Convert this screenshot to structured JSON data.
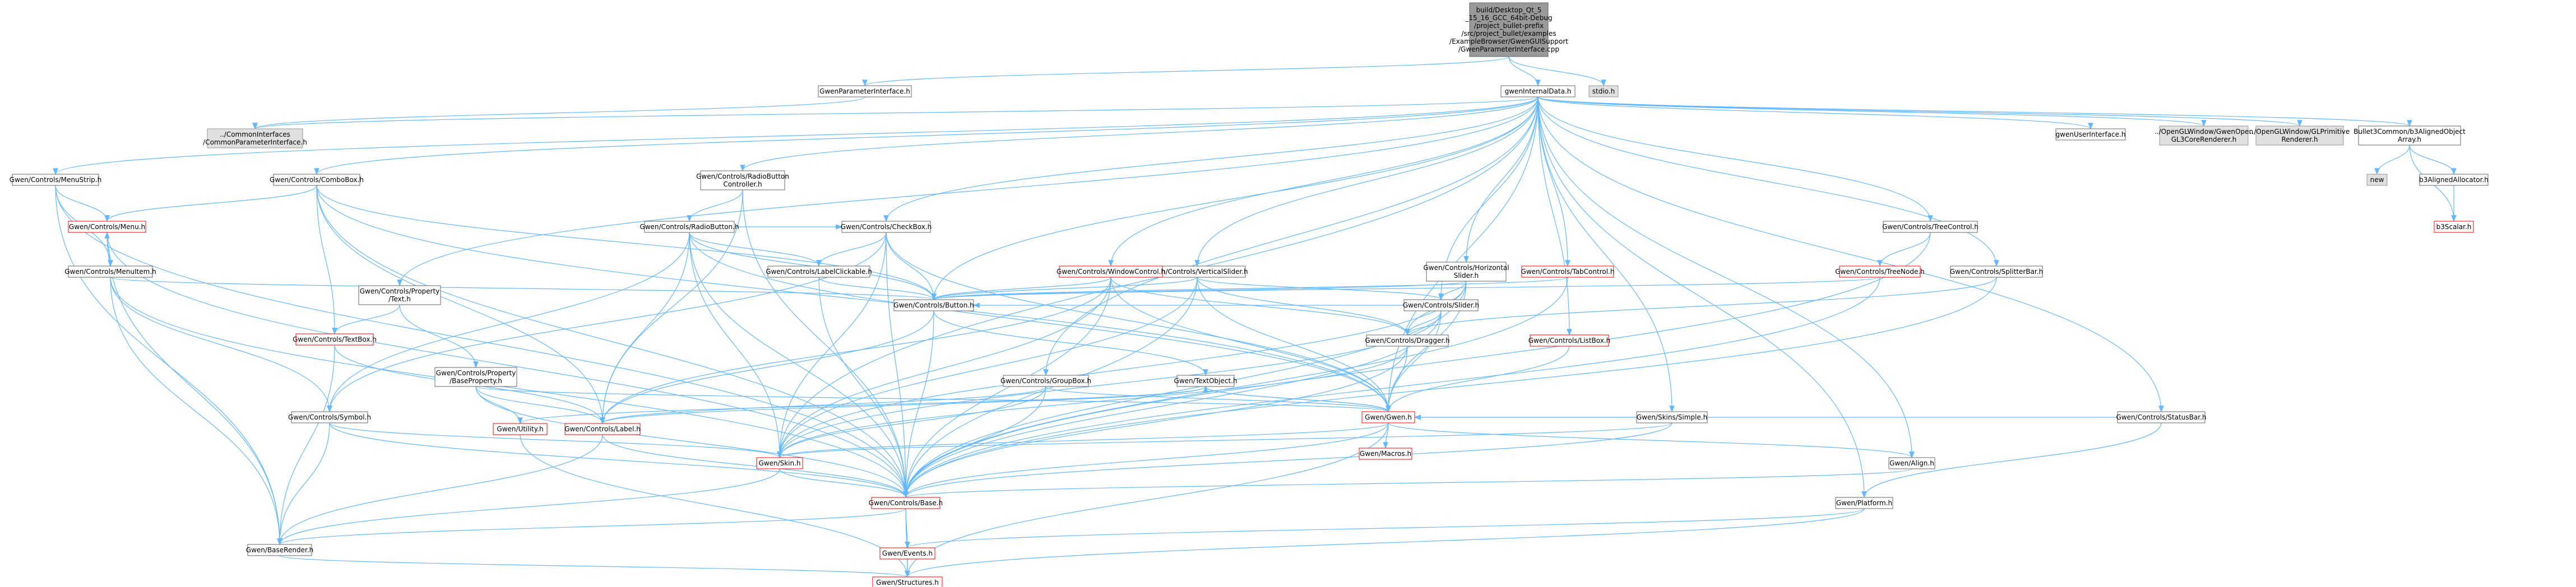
{
  "colors": {
    "edge": "#63B8FF",
    "node_fill": "#FFFFFF",
    "node_border": "#666666",
    "red_border": "#FF0000",
    "root_fill": "#999999",
    "missing_fill": "#E0E0E0",
    "red_text": "#FF0000"
  },
  "nodes": [
    {
      "id": "root",
      "lines": [
        "build/Desktop_Qt_5",
        "_15_16_GCC_64bit-Debug",
        "/project_bullet-prefix",
        "/src/project_bullet/examples",
        "/ExampleBrowser/GwenGUISupport",
        "/GwenParameterInterface.cpp"
      ],
      "style": "root"
    },
    {
      "id": "gwenParameterInterface",
      "lines": [
        "GwenParameterInterface.h"
      ],
      "style": "normal"
    },
    {
      "id": "gwenInternalData",
      "lines": [
        "gwenInternalData.h"
      ],
      "style": "normal"
    },
    {
      "id": "stdio",
      "lines": [
        "stdio.h"
      ],
      "style": "missing"
    },
    {
      "id": "commonParam",
      "lines": [
        "../CommonInterfaces",
        "/CommonParameterInterface.h"
      ],
      "style": "missing"
    },
    {
      "id": "menuStrip",
      "lines": [
        "Gwen/Controls/MenuStrip.h"
      ],
      "style": "normal"
    },
    {
      "id": "radioCtrl",
      "lines": [
        "Gwen/Controls/RadioButton",
        "Controller.h"
      ],
      "style": "normal"
    },
    {
      "id": "comboBox",
      "lines": [
        "Gwen/Controls/ComboBox.h"
      ],
      "style": "normal"
    },
    {
      "id": "radioButton",
      "lines": [
        "Gwen/Controls/RadioButton.h"
      ],
      "style": "normal"
    },
    {
      "id": "checkBox",
      "lines": [
        "Gwen/Controls/CheckBox.h"
      ],
      "style": "normal"
    },
    {
      "id": "menu",
      "lines": [
        "Gwen/Controls/Menu.h"
      ],
      "style": "red"
    },
    {
      "id": "menuItem",
      "lines": [
        "Gwen/Controls/MenuItem.h"
      ],
      "style": "normal"
    },
    {
      "id": "labelClickable",
      "lines": [
        "Gwen/Controls/LabelClickable.h"
      ],
      "style": "normal"
    },
    {
      "id": "propText",
      "lines": [
        "Gwen/Controls/Property",
        "/Text.h"
      ],
      "style": "normal"
    },
    {
      "id": "button",
      "lines": [
        "Gwen/Controls/Button.h"
      ],
      "style": "normal"
    },
    {
      "id": "verticalSlider",
      "lines": [
        "Gwen/Controls/VerticalSlider.h"
      ],
      "style": "normal"
    },
    {
      "id": "windowControl",
      "lines": [
        "Gwen/Controls/WindowControl.h"
      ],
      "style": "red"
    },
    {
      "id": "horizSlider",
      "lines": [
        "Gwen/Controls/Horizontal",
        "Slider.h"
      ],
      "style": "normal"
    },
    {
      "id": "slider",
      "lines": [
        "Gwen/Controls/Slider.h"
      ],
      "style": "normal"
    },
    {
      "id": "dragger",
      "lines": [
        "Gwen/Controls/Dragger.h"
      ],
      "style": "normal"
    },
    {
      "id": "tabControl",
      "lines": [
        "Gwen/Controls/TabControl.h"
      ],
      "style": "red"
    },
    {
      "id": "listBox",
      "lines": [
        "Gwen/Controls/ListBox.h"
      ],
      "style": "red"
    },
    {
      "id": "textBox",
      "lines": [
        "Gwen/Controls/TextBox.h"
      ],
      "style": "red"
    },
    {
      "id": "propBase",
      "lines": [
        "Gwen/Controls/Property",
        "/BaseProperty.h"
      ],
      "style": "normal"
    },
    {
      "id": "groupBox",
      "lines": [
        "Gwen/Controls/GroupBox.h"
      ],
      "style": "normal"
    },
    {
      "id": "textObject",
      "lines": [
        "Gwen/TextObject.h"
      ],
      "style": "normal"
    },
    {
      "id": "symbol",
      "lines": [
        "Gwen/Controls/Symbol.h"
      ],
      "style": "normal"
    },
    {
      "id": "utility",
      "lines": [
        "Gwen/Utility.h"
      ],
      "style": "red"
    },
    {
      "id": "label",
      "lines": [
        "Gwen/Controls/Label.h"
      ],
      "style": "red"
    },
    {
      "id": "gwen",
      "lines": [
        "Gwen/Gwen.h"
      ],
      "style": "red"
    },
    {
      "id": "skinsSimple",
      "lines": [
        "Gwen/Skins/Simple.h"
      ],
      "style": "normal"
    },
    {
      "id": "macros",
      "lines": [
        "Gwen/Macros.h"
      ],
      "style": "red"
    },
    {
      "id": "skin",
      "lines": [
        "Gwen/Skin.h"
      ],
      "style": "red"
    },
    {
      "id": "align",
      "lines": [
        "Gwen/Align.h"
      ],
      "style": "normal"
    },
    {
      "id": "base",
      "lines": [
        "Gwen/Controls/Base.h"
      ],
      "style": "red"
    },
    {
      "id": "baseRender",
      "lines": [
        "Gwen/BaseRender.h"
      ],
      "style": "normal"
    },
    {
      "id": "events",
      "lines": [
        "Gwen/Events.h"
      ],
      "style": "red"
    },
    {
      "id": "structures",
      "lines": [
        "Gwen/Structures.h"
      ],
      "style": "red"
    },
    {
      "id": "platform",
      "lines": [
        "Gwen/Platform.h"
      ],
      "style": "normal"
    },
    {
      "id": "statusBar",
      "lines": [
        "Gwen/Controls/StatusBar.h"
      ],
      "style": "normal"
    },
    {
      "id": "userInterface",
      "lines": [
        "gwenUserInterface.h"
      ],
      "style": "normal"
    },
    {
      "id": "glRenderer",
      "lines": [
        "../OpenGLWindow/GwenOpen",
        "GL3CoreRenderer.h"
      ],
      "style": "missing"
    },
    {
      "id": "glPrimitive",
      "lines": [
        "../OpenGLWindow/GLPrimitive",
        "Renderer.h"
      ],
      "style": "missing"
    },
    {
      "id": "alignedArray",
      "lines": [
        "Bullet3Common/b3AlignedObject",
        "Array.h"
      ],
      "style": "normal"
    },
    {
      "id": "newH",
      "lines": [
        "new"
      ],
      "style": "missing"
    },
    {
      "id": "alignedAlloc",
      "lines": [
        "b3AlignedAllocator.h"
      ],
      "style": "normal"
    },
    {
      "id": "b3scalar",
      "lines": [
        "b3Scalar.h"
      ],
      "style": "red"
    },
    {
      "id": "treeControl",
      "lines": [
        "Gwen/Controls/TreeControl.h"
      ],
      "style": "normal"
    },
    {
      "id": "treeNode",
      "lines": [
        "Gwen/Controls/TreeNode.h"
      ],
      "style": "red"
    },
    {
      "id": "splitterBar",
      "lines": [
        "Gwen/Controls/SplitterBar.h"
      ],
      "style": "normal"
    }
  ],
  "edges": [
    [
      "root",
      "gwenParameterInterface"
    ],
    [
      "root",
      "gwenInternalData"
    ],
    [
      "root",
      "stdio"
    ],
    [
      "gwenParameterInterface",
      "commonParam"
    ],
    [
      "gwenInternalData",
      "menuStrip"
    ],
    [
      "gwenInternalData",
      "radioCtrl"
    ],
    [
      "gwenInternalData",
      "comboBox"
    ],
    [
      "gwenInternalData",
      "propText"
    ],
    [
      "gwenInternalData",
      "button"
    ],
    [
      "gwenInternalData",
      "verticalSlider"
    ],
    [
      "gwenInternalData",
      "windowControl"
    ],
    [
      "gwenInternalData",
      "horizSlider"
    ],
    [
      "gwenInternalData",
      "slider"
    ],
    [
      "gwenInternalData",
      "tabControl"
    ],
    [
      "gwenInternalData",
      "listBox"
    ],
    [
      "gwenInternalData",
      "groupBox"
    ],
    [
      "gwenInternalData",
      "skinsSimple"
    ],
    [
      "gwenInternalData",
      "gwen"
    ],
    [
      "gwenInternalData",
      "align"
    ],
    [
      "gwenInternalData",
      "platform"
    ],
    [
      "gwenInternalData",
      "statusBar"
    ],
    [
      "gwenInternalData",
      "userInterface"
    ],
    [
      "gwenInternalData",
      "glRenderer"
    ],
    [
      "gwenInternalData",
      "glPrimitive"
    ],
    [
      "gwenInternalData",
      "alignedArray"
    ],
    [
      "gwenInternalData",
      "treeControl"
    ],
    [
      "gwenInternalData",
      "splitterBar"
    ],
    [
      "gwenInternalData",
      "checkBox"
    ],
    [
      "gwenInternalData",
      "skin"
    ],
    [
      "gwenInternalData",
      "commonParam"
    ],
    [
      "menuStrip",
      "menu"
    ],
    [
      "menuStrip",
      "menuItem"
    ],
    [
      "menuStrip",
      "base"
    ],
    [
      "menuStrip",
      "baseRender"
    ],
    [
      "radioCtrl",
      "radioButton"
    ],
    [
      "radioCtrl",
      "base"
    ],
    [
      "radioCtrl",
      "label"
    ],
    [
      "comboBox",
      "menu"
    ],
    [
      "comboBox",
      "button"
    ],
    [
      "comboBox",
      "textBox"
    ],
    [
      "comboBox",
      "base"
    ],
    [
      "comboBox",
      "gwen"
    ],
    [
      "comboBox",
      "label"
    ],
    [
      "radioButton",
      "checkBox"
    ],
    [
      "radioButton",
      "labelClickable"
    ],
    [
      "radioButton",
      "button"
    ],
    [
      "radioButton",
      "base"
    ],
    [
      "radioButton",
      "gwen"
    ],
    [
      "radioButton",
      "skin"
    ],
    [
      "radioButton",
      "symbol"
    ],
    [
      "radioButton",
      "label"
    ],
    [
      "checkBox",
      "button"
    ],
    [
      "checkBox",
      "labelClickable"
    ],
    [
      "checkBox",
      "base"
    ],
    [
      "checkBox",
      "gwen"
    ],
    [
      "checkBox",
      "skin"
    ],
    [
      "checkBox",
      "symbol"
    ],
    [
      "menu",
      "menuItem"
    ],
    [
      "menu",
      "base"
    ],
    [
      "menu",
      "baseRender"
    ],
    [
      "menuItem",
      "menu"
    ],
    [
      "menuItem",
      "button"
    ],
    [
      "menuItem",
      "symbol"
    ],
    [
      "menuItem",
      "base"
    ],
    [
      "menuItem",
      "baseRender"
    ],
    [
      "labelClickable",
      "button"
    ],
    [
      "labelClickable",
      "base"
    ],
    [
      "propText",
      "propBase"
    ],
    [
      "propText",
      "textBox"
    ],
    [
      "propBase",
      "label"
    ],
    [
      "propBase",
      "base"
    ],
    [
      "propBase",
      "utility"
    ],
    [
      "propBase",
      "gwen"
    ],
    [
      "button",
      "label"
    ],
    [
      "button",
      "base"
    ],
    [
      "button",
      "textObject"
    ],
    [
      "verticalSlider",
      "slider"
    ],
    [
      "verticalSlider",
      "button"
    ],
    [
      "verticalSlider",
      "dragger"
    ],
    [
      "verticalSlider",
      "base"
    ],
    [
      "verticalSlider",
      "gwen"
    ],
    [
      "verticalSlider",
      "skin"
    ],
    [
      "windowControl",
      "dragger"
    ],
    [
      "windowControl",
      "label"
    ],
    [
      "windowControl",
      "button"
    ],
    [
      "windowControl",
      "base"
    ],
    [
      "windowControl",
      "gwen"
    ],
    [
      "windowControl",
      "skin"
    ],
    [
      "horizSlider",
      "slider"
    ],
    [
      "horizSlider",
      "dragger"
    ],
    [
      "horizSlider",
      "button"
    ],
    [
      "horizSlider",
      "base"
    ],
    [
      "horizSlider",
      "gwen"
    ],
    [
      "horizSlider",
      "skin"
    ],
    [
      "slider",
      "button"
    ],
    [
      "slider",
      "dragger"
    ],
    [
      "slider",
      "base"
    ],
    [
      "slider",
      "gwen"
    ],
    [
      "slider",
      "skin"
    ],
    [
      "dragger",
      "base"
    ],
    [
      "dragger",
      "gwen"
    ],
    [
      "dragger",
      "skin"
    ],
    [
      "tabControl",
      "button"
    ],
    [
      "tabControl",
      "base"
    ],
    [
      "listBox",
      "gwen"
    ],
    [
      "textBox",
      "label"
    ],
    [
      "textBox",
      "baseRender"
    ],
    [
      "groupBox",
      "label"
    ],
    [
      "groupBox",
      "base"
    ],
    [
      "groupBox",
      "gwen"
    ],
    [
      "groupBox",
      "skin"
    ],
    [
      "textObject",
      "gwen"
    ],
    [
      "textObject",
      "utility"
    ],
    [
      "symbol",
      "base"
    ],
    [
      "symbol",
      "baseRender"
    ],
    [
      "symbol",
      "skin"
    ],
    [
      "utility",
      "structures"
    ],
    [
      "label",
      "base"
    ],
    [
      "label",
      "textObject"
    ],
    [
      "label",
      "baseRender"
    ],
    [
      "gwen",
      "macros"
    ],
    [
      "gwen",
      "skin"
    ],
    [
      "gwen",
      "align"
    ],
    [
      "gwen",
      "base"
    ],
    [
      "gwen",
      "structures"
    ],
    [
      "gwen",
      "textObject"
    ],
    [
      "skinsSimple",
      "gwen"
    ],
    [
      "skinsSimple",
      "skin"
    ],
    [
      "skinsSimple",
      "base"
    ],
    [
      "skin",
      "base"
    ],
    [
      "skin",
      "baseRender"
    ],
    [
      "align",
      "base"
    ],
    [
      "base",
      "events"
    ],
    [
      "base",
      "structures"
    ],
    [
      "base",
      "baseRender"
    ],
    [
      "baseRender",
      "structures"
    ],
    [
      "events",
      "structures"
    ],
    [
      "platform",
      "events"
    ],
    [
      "platform",
      "structures"
    ],
    [
      "statusBar",
      "gwen"
    ],
    [
      "statusBar",
      "platform"
    ],
    [
      "alignedArray",
      "newH"
    ],
    [
      "alignedArray",
      "alignedAlloc"
    ],
    [
      "alignedArray",
      "b3scalar"
    ],
    [
      "alignedAlloc",
      "b3scalar"
    ],
    [
      "treeControl",
      "treeNode"
    ],
    [
      "treeControl",
      "base"
    ],
    [
      "treeNode",
      "button"
    ],
    [
      "treeNode",
      "base"
    ],
    [
      "splitterBar",
      "dragger"
    ],
    [
      "splitterBar",
      "base"
    ]
  ]
}
